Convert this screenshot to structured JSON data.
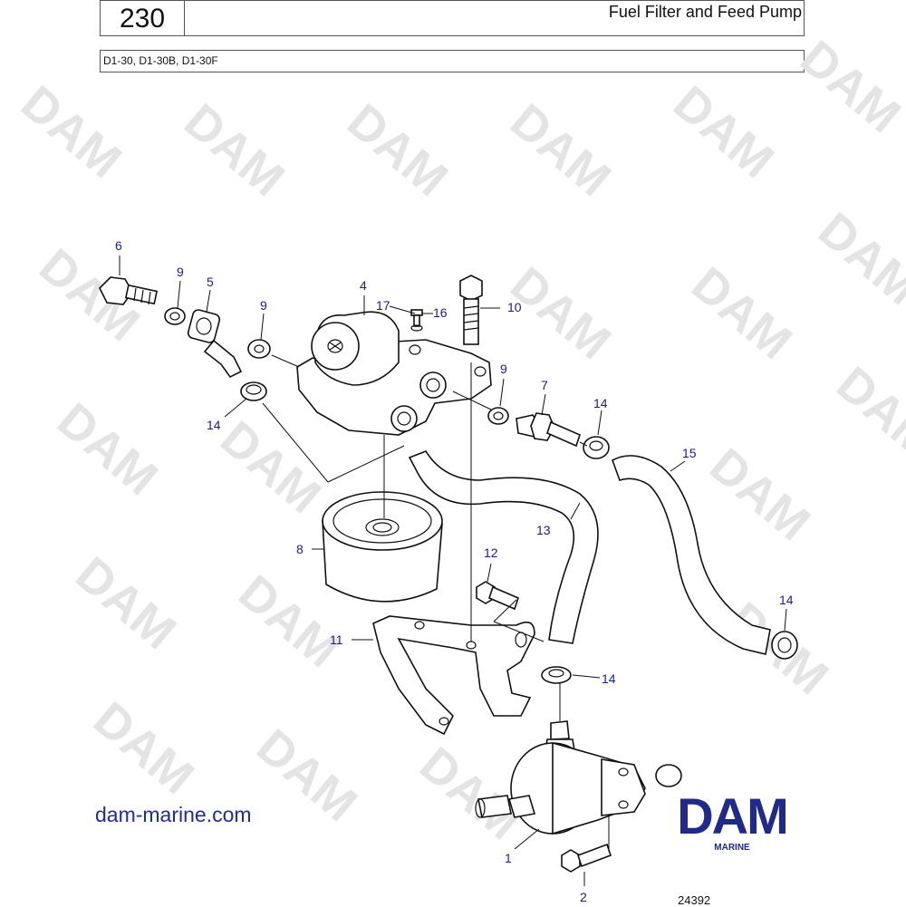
{
  "header": {
    "page_number": "230",
    "title": "Fuel Filter and Feed Pump",
    "models": "D1-30, D1-30B, D1-30F"
  },
  "footer": {
    "website": "dam-marine.com",
    "figure_number": "24392"
  },
  "logo": {
    "brand": "DAM",
    "tagline": "MARINE",
    "color": "#1f2a8a"
  },
  "watermark": {
    "text": "DAM"
  },
  "callouts": {
    "c1": "1",
    "c2": "2",
    "c4": "4",
    "c5": "5",
    "c6": "6",
    "c7": "7",
    "c8": "8",
    "c9a": "9",
    "c9b": "9",
    "c9c": "9",
    "c10": "10",
    "c11": "11",
    "c12": "12",
    "c13": "13",
    "c14a": "14",
    "c14b": "14",
    "c14c": "14",
    "c14d": "14",
    "c15": "15",
    "c16": "16",
    "c17": "17"
  },
  "colors": {
    "callout": "#1a1a9c",
    "link": "#1a2ea0",
    "line": "#111111",
    "watermark": "#e4e4e4"
  }
}
